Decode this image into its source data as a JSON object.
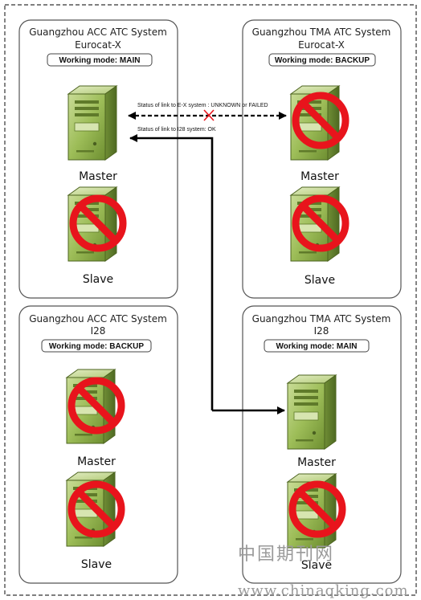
{
  "panels": {
    "acc_eurocat": {
      "title_line1": "Guangzhou ACC ATC System",
      "title_line2": "Eurocat-X",
      "mode": "Working mode: MAIN",
      "master": {
        "label": "Master",
        "status": "active"
      },
      "slave": {
        "label": "Slave",
        "status": "disabled"
      }
    },
    "tma_eurocat": {
      "title_line1": "Guangzhou TMA ATC System",
      "title_line2": "Eurocat-X",
      "mode": "Working mode: BACKUP",
      "master": {
        "label": "Master",
        "status": "disabled"
      },
      "slave": {
        "label": "Slave",
        "status": "disabled"
      }
    },
    "acc_i28": {
      "title_line1": "Guangzhou ACC ATC System",
      "title_line2": "I28",
      "mode": "Working mode: BACKUP",
      "master": {
        "label": "Master",
        "status": "disabled"
      },
      "slave": {
        "label": "Slave",
        "status": "disabled"
      }
    },
    "tma_i28": {
      "title_line1": "Guangzhou TMA ATC System",
      "title_line2": "I28",
      "mode": "Working mode: MAIN",
      "master": {
        "label": "Master",
        "status": "active"
      },
      "slave": {
        "label": "Slave",
        "status": "disabled"
      }
    }
  },
  "links": {
    "ex_link": {
      "label": "Status of link to E-X system : UNKNOWN or FAILED",
      "status": "failed"
    },
    "i28_link": {
      "label": "Status of link to I28 system: OK",
      "status": "ok"
    }
  },
  "watermark": {
    "cn_text": "中国期刊网",
    "url_text": "www.chinaqking.com"
  },
  "colors": {
    "server_green": "#8bb04a",
    "prohibit_red": "#e8141c",
    "panel_border": "#555555",
    "frame_dash": "#333333"
  },
  "icons": {
    "server": "server-tower-icon",
    "disabled": "prohibited-icon",
    "failed_link": "red-x-icon"
  }
}
